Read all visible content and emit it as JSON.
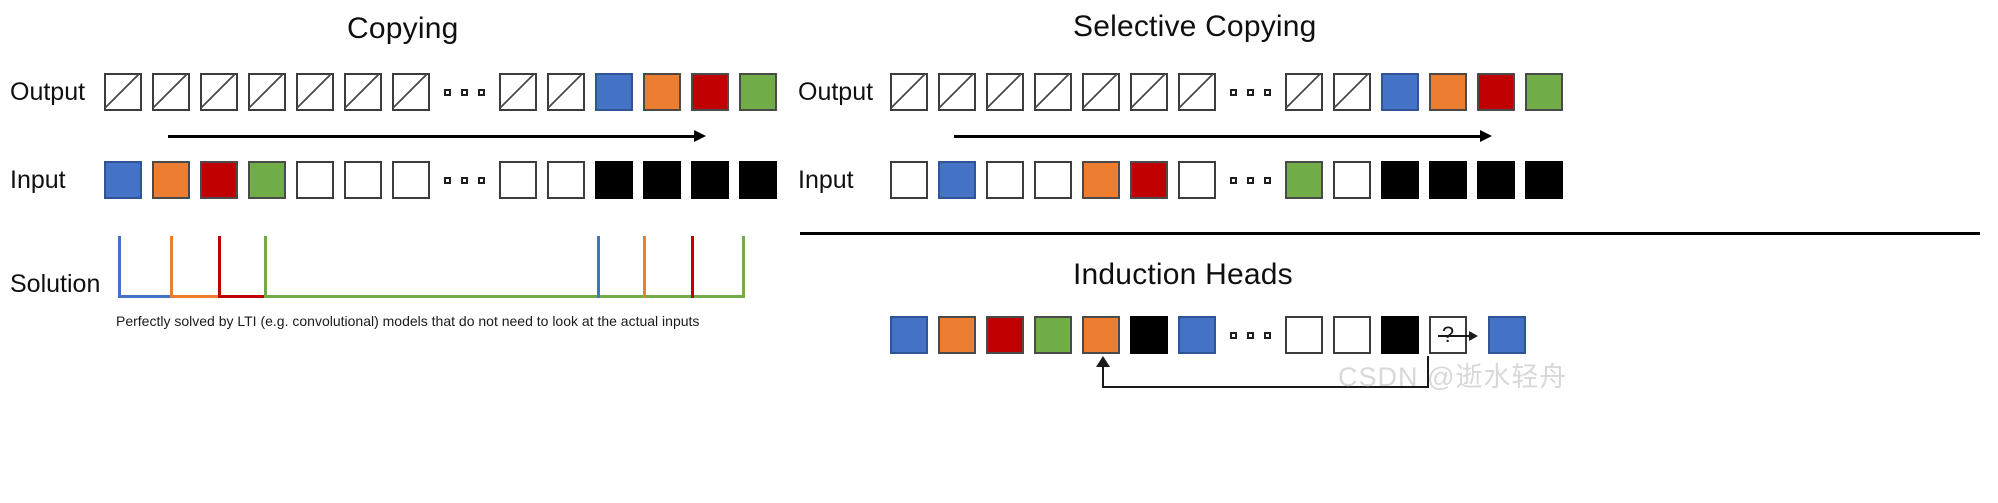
{
  "panels": {
    "copying": {
      "title": "Copying",
      "output_label": "Output",
      "input_label": "Input",
      "solution_label": "Solution",
      "caption": "Perfectly solved by LTI (e.g. convolutional) models that do not need to look at the actual inputs",
      "output_cells": [
        "slash",
        "slash",
        "slash",
        "slash",
        "slash",
        "slash",
        "slash",
        "ellipsis",
        "slash",
        "slash",
        "blue",
        "orange",
        "red",
        "green"
      ],
      "input_cells": [
        "blue",
        "orange",
        "red",
        "green",
        "empty",
        "empty",
        "empty",
        "ellipsis",
        "empty",
        "empty",
        "black",
        "black",
        "black",
        "black"
      ],
      "arrow_name": "copy-direction-arrow"
    },
    "selective": {
      "title": "Selective Copying",
      "output_label": "Output",
      "input_label": "Input",
      "output_cells": [
        "slash",
        "slash",
        "slash",
        "slash",
        "slash",
        "slash",
        "slash",
        "ellipsis",
        "slash",
        "slash",
        "blue",
        "orange",
        "red",
        "green"
      ],
      "input_cells": [
        "empty",
        "blue",
        "empty",
        "empty",
        "orange",
        "red",
        "empty",
        "ellipsis",
        "green",
        "empty",
        "black",
        "black",
        "black",
        "black"
      ],
      "arrow_name": "selective-direction-arrow"
    },
    "induction": {
      "title": "Induction Heads",
      "cells": [
        "blue",
        "orange",
        "red",
        "green",
        "orange",
        "black",
        "blue",
        "ellipsis",
        "empty",
        "empty",
        "black",
        "qmark"
      ],
      "qmark_text": "?",
      "result_cell": "blue"
    }
  },
  "chart_data": {
    "type": "line",
    "title": "Solution",
    "xlabel": "",
    "ylabel": "",
    "description": "Impulse-train solution signal: four colored spikes near the start (blue, orange, red, green) and four matching spikes near the end, each drawn over a colored horizontal baseline.",
    "series": [
      {
        "name": "blue",
        "color": "#4472c4",
        "spikes_x": [
          118,
          597
        ],
        "baseline_x": [
          118,
          597
        ],
        "spike_height": 62
      },
      {
        "name": "orange",
        "color": "#ed7d31",
        "spikes_x": [
          170,
          643
        ],
        "baseline_x": [
          170,
          643
        ],
        "spike_height": 62
      },
      {
        "name": "red",
        "color": "#c00000",
        "spikes_x": [
          218,
          691
        ],
        "baseline_x": [
          218,
          691
        ],
        "spike_height": 62
      },
      {
        "name": "green",
        "color": "#70ad47",
        "spikes_x": [
          264,
          742
        ],
        "baseline_x": [
          264,
          742
        ],
        "spike_height": 62
      }
    ],
    "grid": false,
    "legend": "none"
  },
  "colors": {
    "blue": "#4472c4",
    "orange": "#ed7d31",
    "red": "#c00000",
    "green": "#70ad47",
    "black": "#000000",
    "outline": "#3c3c3c",
    "background": "#ffffff"
  },
  "watermark": "CSDN @逝水轻舟"
}
